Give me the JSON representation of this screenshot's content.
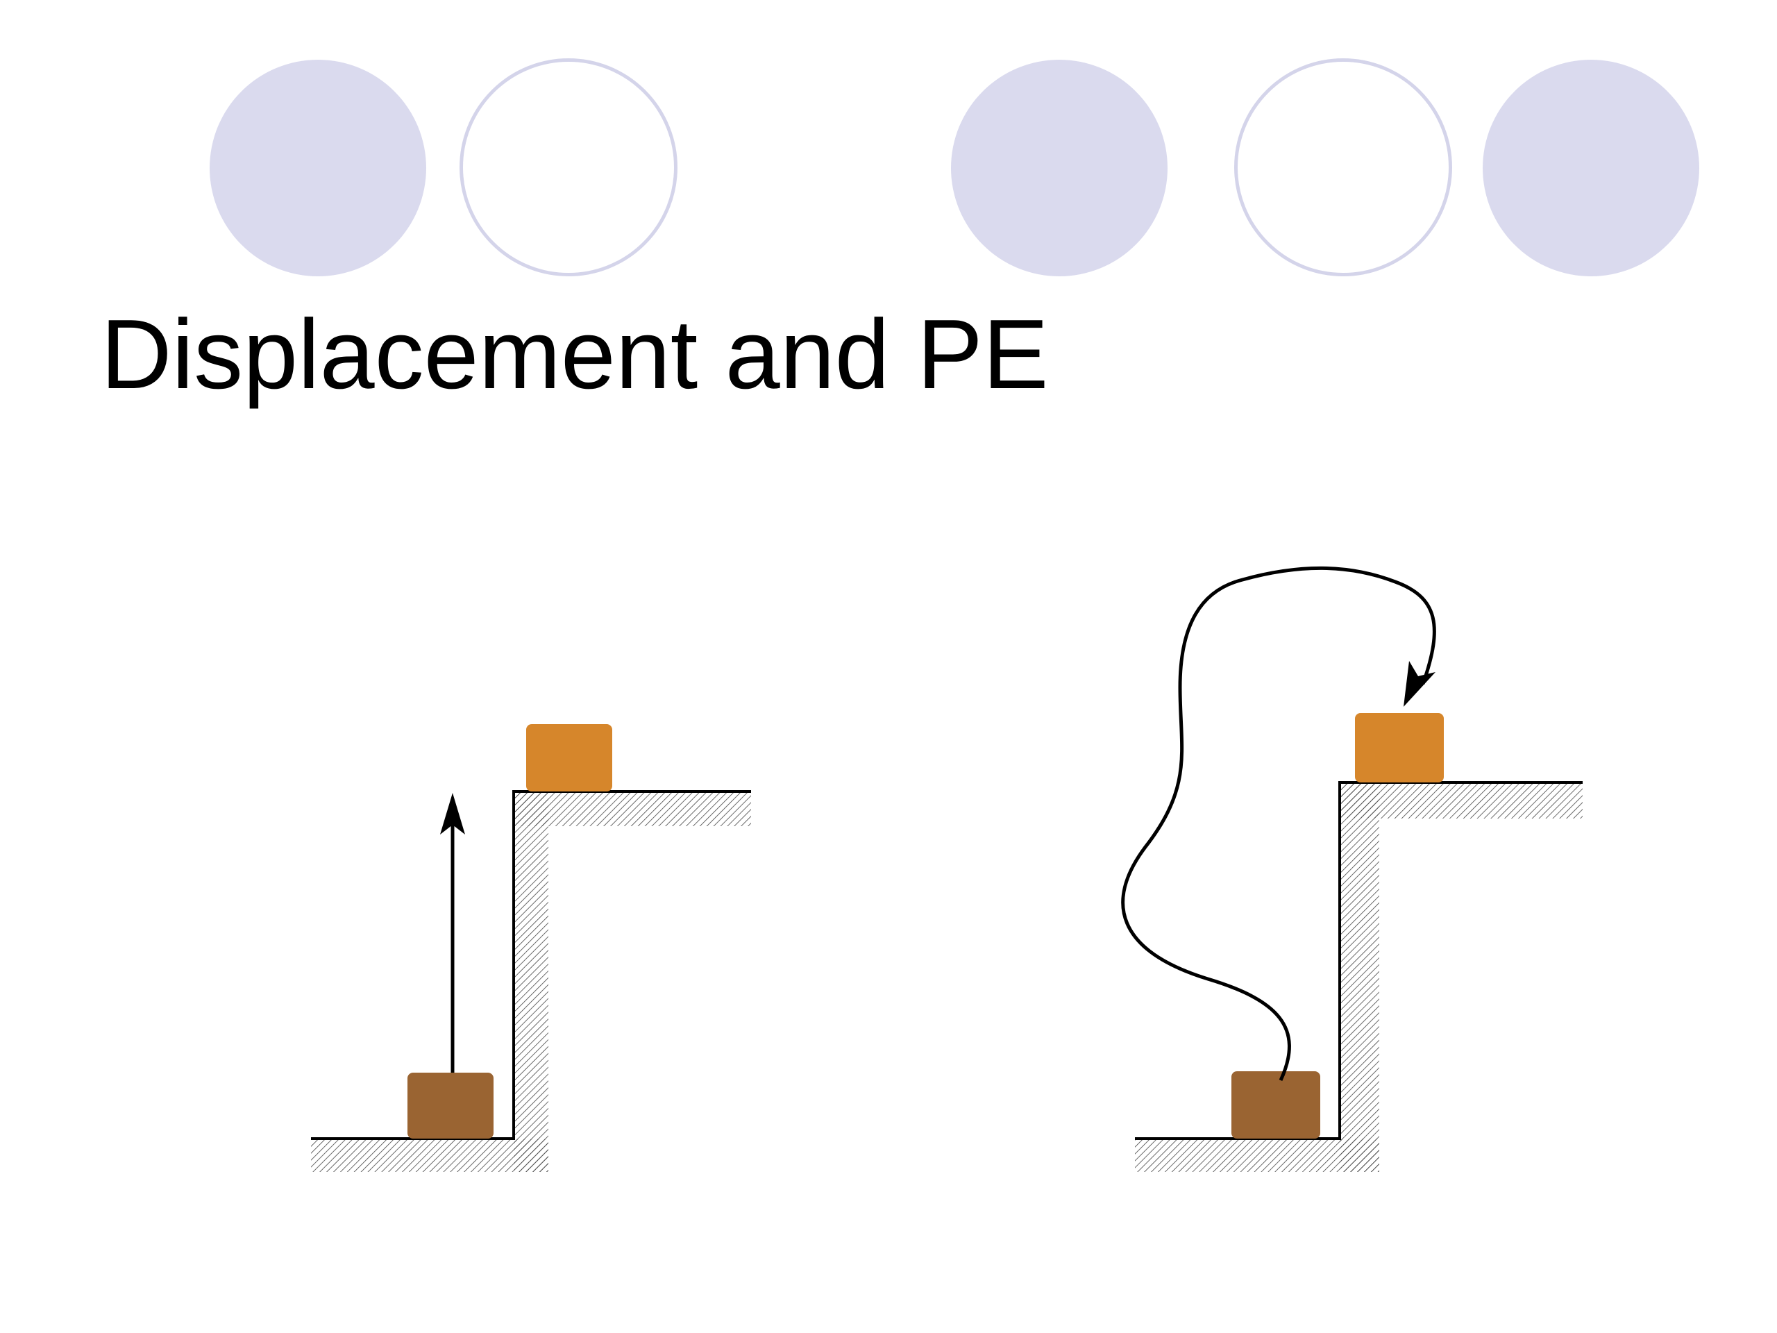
{
  "slide": {
    "title": "Displacement and PE"
  },
  "colors": {
    "circle_fill": "#dadaee",
    "circle_outline": "#d4d4ea",
    "block_lower": "#9a6432",
    "block_upper": "#d6862b",
    "ground_line": "#000000",
    "hatch": "#444444",
    "path": "#000000"
  },
  "decorations": {
    "circles": [
      {
        "style": "filled"
      },
      {
        "style": "outline"
      },
      {
        "style": "filled"
      },
      {
        "style": "outline"
      },
      {
        "style": "filled"
      }
    ]
  },
  "diagrams": [
    {
      "name": "straight-path",
      "path_type": "straight-arrow"
    },
    {
      "name": "curved-path",
      "path_type": "curved-arrow"
    }
  ]
}
